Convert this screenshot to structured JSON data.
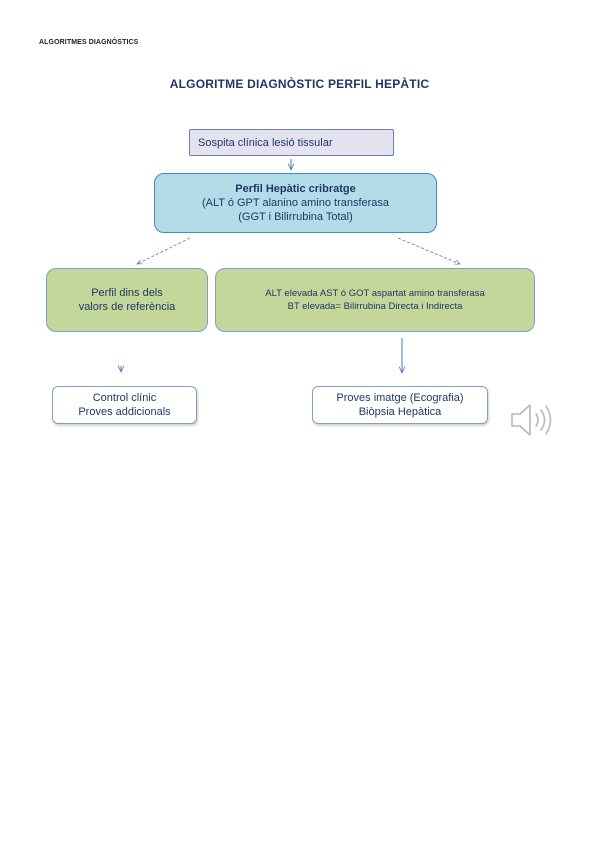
{
  "header": {
    "text": "ALGORITMES DIAGNÒSTICS"
  },
  "title": "ALGORITME DIAGNÒSTIC PERFIL HEPÀTIC",
  "nodes": {
    "suspicion": {
      "line1": "Sospita clínica lesió tissular"
    },
    "profile": {
      "line1": "Perfil Hepàtic cribratge",
      "line2": "(ALT ó GPT alanino amino transferasa",
      "line3": "(GGT i Bilirrubina Total)"
    },
    "normal": {
      "line1": "Perfil dins dels",
      "line2": "valors de referència"
    },
    "elevated": {
      "line1": "ALT elevada  AST ó GOT aspartat amino transferasa",
      "line2": "BT elevada= Bilirrubina Directa i Indirecta"
    },
    "control": {
      "line1": "Control clínic",
      "line2": "Proves addicionals"
    },
    "imaging": {
      "line1": "Proves imatge (Ecografia)",
      "line2": "Biòpsia Hepàtica"
    }
  },
  "colors": {
    "title": "#1f3864",
    "suspicion_fill": "#e4e2ef",
    "profile_fill": "#b3dce9",
    "branch_fill": "#c4d79b",
    "arrow": "#4a7ac0"
  },
  "icons": {
    "audio": "speaker-icon"
  }
}
